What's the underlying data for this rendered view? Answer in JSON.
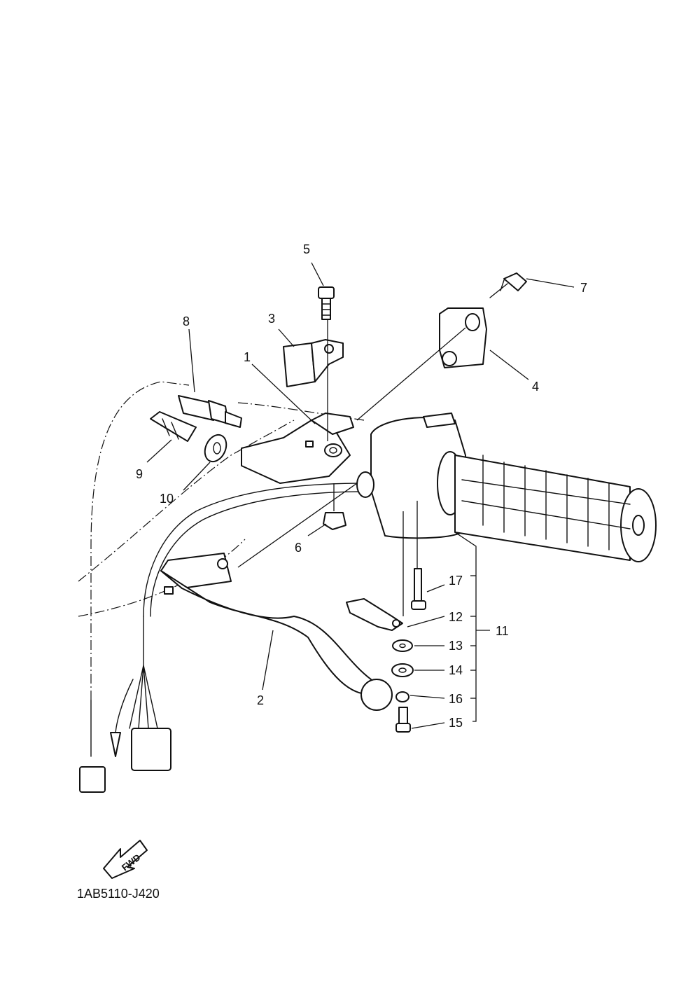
{
  "diagram_code": "1AB5110-J420",
  "fwd_label": "FWD",
  "callouts": {
    "c1": "1",
    "c2": "2",
    "c3": "3",
    "c4": "4",
    "c5": "5",
    "c6": "6",
    "c7": "7",
    "c8": "8",
    "c9": "9",
    "c10": "10",
    "c11": "11",
    "c12": "12",
    "c13": "13",
    "c14": "14",
    "c15": "15",
    "c16": "16",
    "c17": "17"
  }
}
